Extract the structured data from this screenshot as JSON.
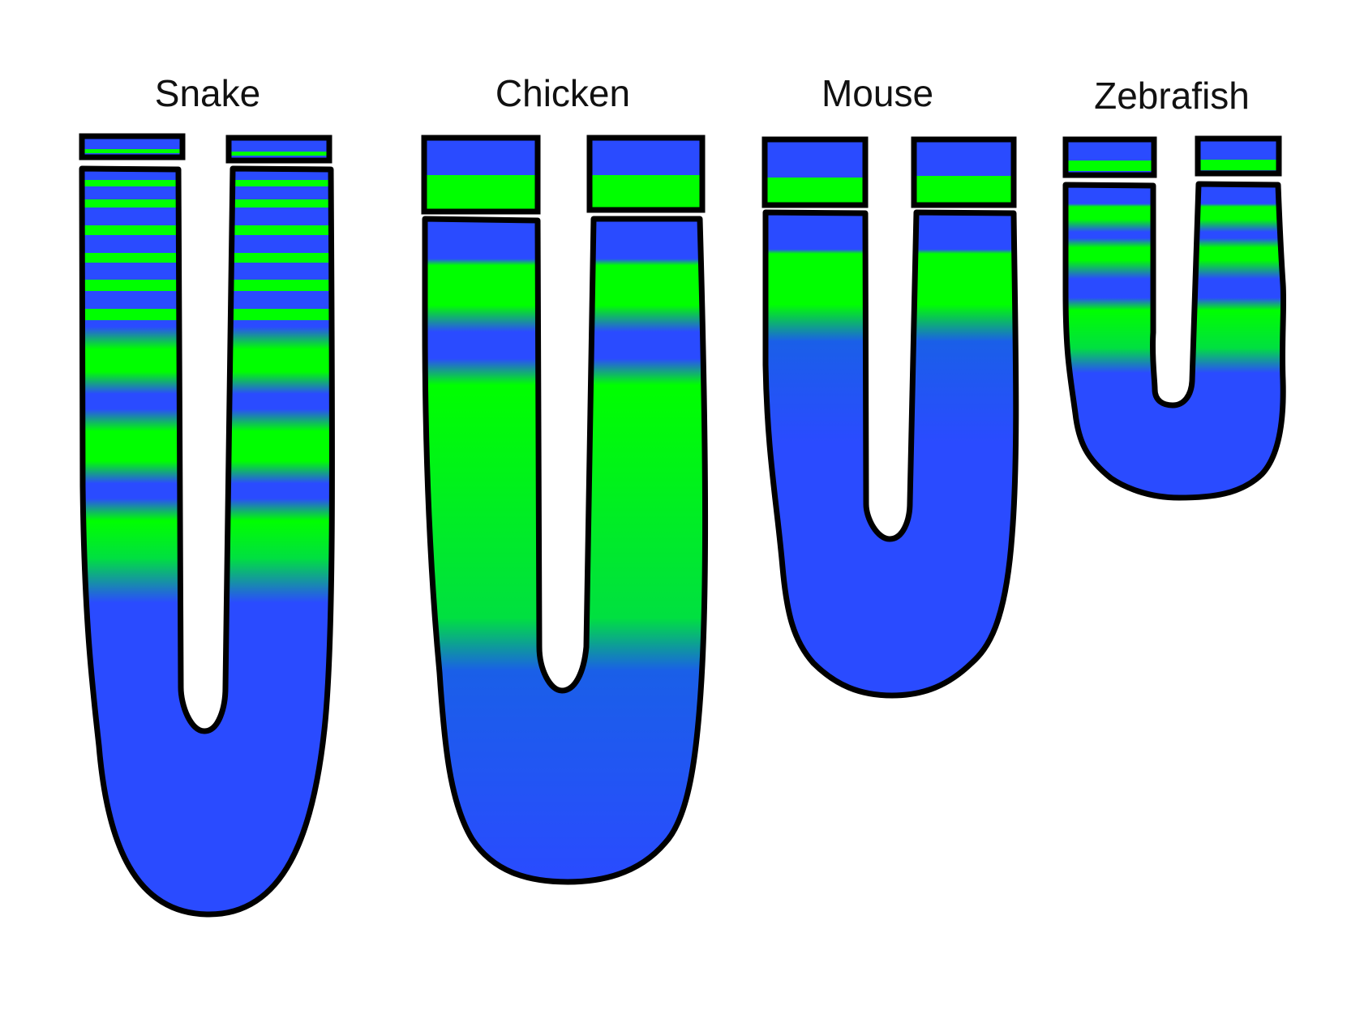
{
  "colors": {
    "blue": "#2a4bff",
    "green": "#00ff00",
    "outline": "#000000",
    "background": "#ffffff"
  },
  "diagrams": [
    {
      "id": "snake",
      "label": "Snake"
    },
    {
      "id": "chicken",
      "label": "Chicken"
    },
    {
      "id": "mouse",
      "label": "Mouse"
    },
    {
      "id": "zebrafish",
      "label": "Zebrafish"
    }
  ]
}
